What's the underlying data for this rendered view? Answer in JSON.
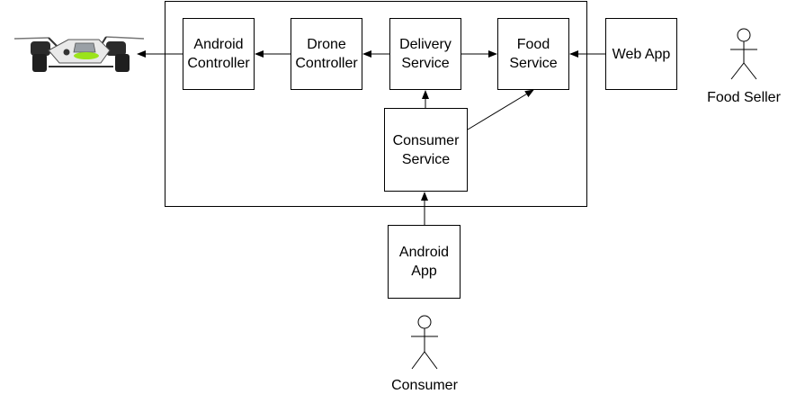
{
  "boxes": {
    "android_controller": "Android\nController",
    "drone_controller": "Drone\nController",
    "delivery_service": "Delivery\nService",
    "food_service": "Food\nService",
    "web_app": "Web App",
    "consumer_service": "Consumer\nService",
    "android_app": "Android\nApp"
  },
  "actors": {
    "food_seller": "Food Seller",
    "consumer": "Consumer"
  },
  "icons": {
    "drone": "drone-icon",
    "actor": "stick-figure-icon"
  }
}
